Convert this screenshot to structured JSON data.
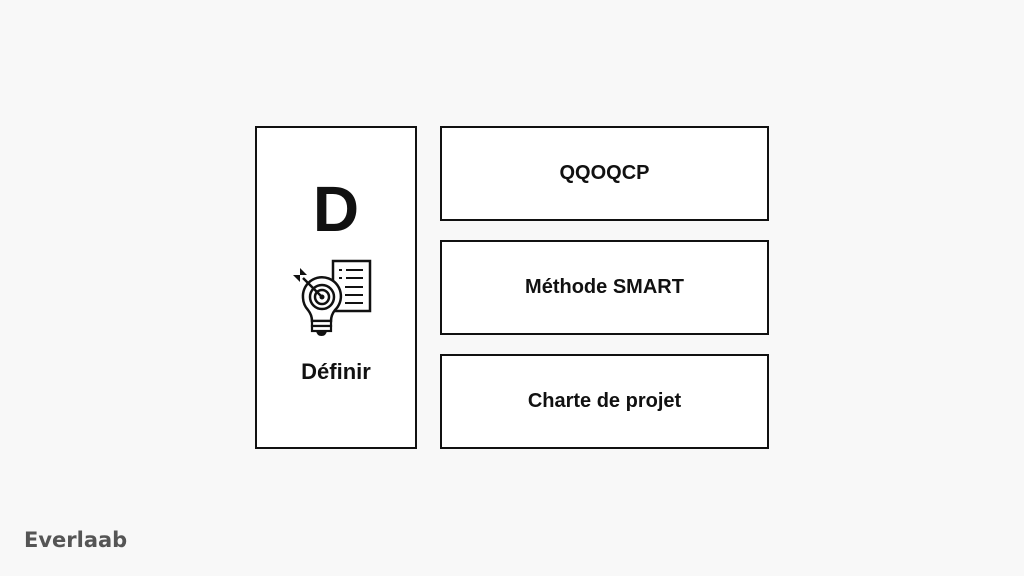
{
  "phase": {
    "letter": "D",
    "label": "Définir",
    "icon": "target-bulb-document-icon"
  },
  "tools": [
    {
      "label": "QQOQCP"
    },
    {
      "label": "Méthode SMART"
    },
    {
      "label": "Charte de projet"
    }
  ],
  "brand": {
    "name": "Everlaab"
  },
  "colors": {
    "background": "#f8f8f8",
    "stroke": "#111111",
    "brand_text": "#555555"
  }
}
